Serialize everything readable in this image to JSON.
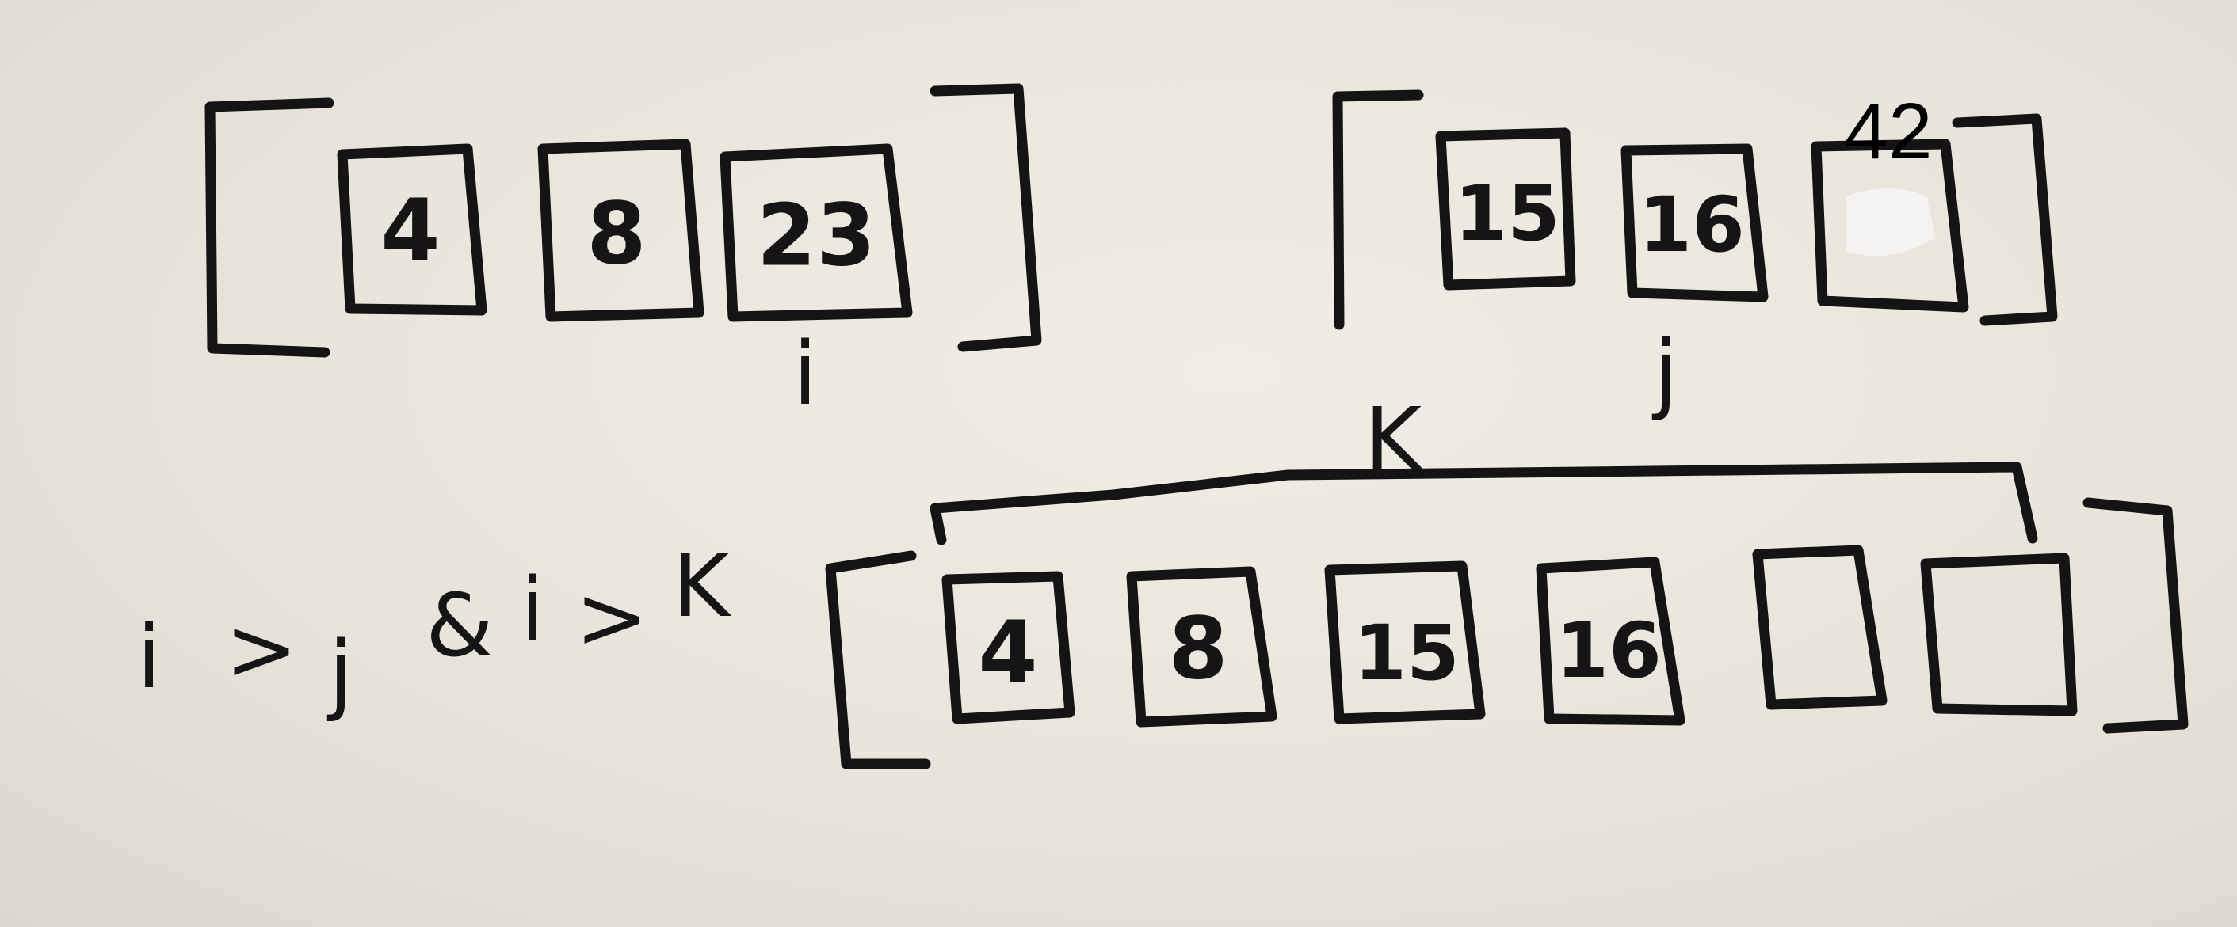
{
  "left_array": {
    "values": [
      "4",
      "8",
      "23"
    ],
    "pointer": "i"
  },
  "right_array": {
    "values": [
      "15",
      "16",
      ""
    ],
    "pointer": "j",
    "annotation": "42"
  },
  "condition": {
    "left": "i",
    "op1": ">",
    "mid": "j",
    "joiner": "&",
    "left2": "i",
    "op2": ">",
    "right": "K"
  },
  "merged_array": {
    "values": [
      "4",
      "8",
      "15",
      "16",
      "",
      ""
    ],
    "pointer": "K"
  }
}
